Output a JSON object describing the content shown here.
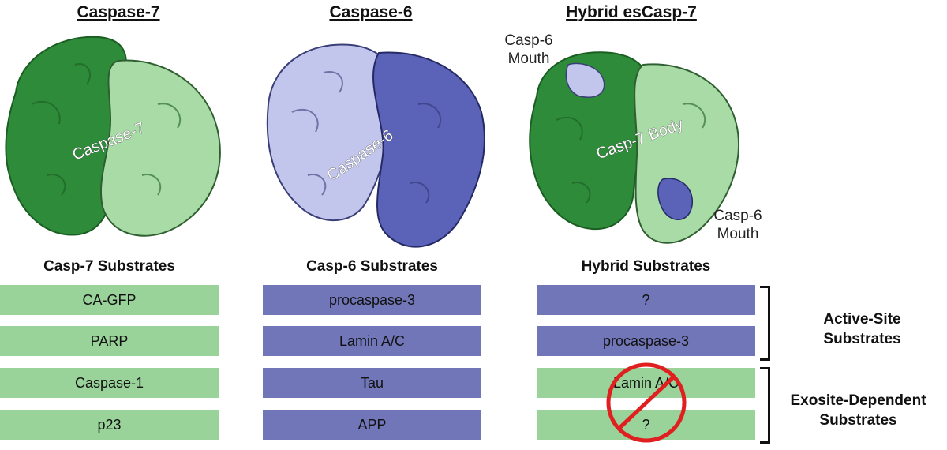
{
  "titles": {
    "casp7": "Caspase-7",
    "casp6": "Caspase-6",
    "hybrid": "Hybrid esCasp-7"
  },
  "structure_labels": {
    "casp7": "Caspase-7",
    "casp6": "Caspase-6",
    "hybrid_body": "Casp-7 Body",
    "mouth_top_line1": "Casp-6",
    "mouth_top_line2": "Mouth",
    "mouth_bottom_line1": "Casp-6",
    "mouth_bottom_line2": "Mouth"
  },
  "columns": [
    {
      "header": "Casp-7 Substrates",
      "color": "#99d39a",
      "items": [
        "CA-GFP",
        "PARP",
        "Caspase-1",
        "p23"
      ]
    },
    {
      "header": "Casp-6 Substrates",
      "color": "#7076b8",
      "items": [
        "procaspase-3",
        "Lamin A/C",
        "Tau",
        "APP"
      ]
    },
    {
      "header": "Hybrid Substrates",
      "items": [
        "?",
        "procaspase-3",
        "Lamin A/C",
        "?"
      ],
      "item_colors": [
        "#7076b8",
        "#7076b8",
        "#99d39a",
        "#99d39a"
      ]
    }
  ],
  "groups": {
    "active_line1": "Active-Site",
    "active_line2": "Substrates",
    "exosite_line1": "Exosite-Dependent",
    "exosite_line2": "Substrates"
  },
  "colors": {
    "dark_green": "#2e8b3a",
    "light_green": "#a9dba7",
    "light_blue": "#c3c6ec",
    "dark_blue": "#5b63b8",
    "no_symbol": "#e02020"
  }
}
